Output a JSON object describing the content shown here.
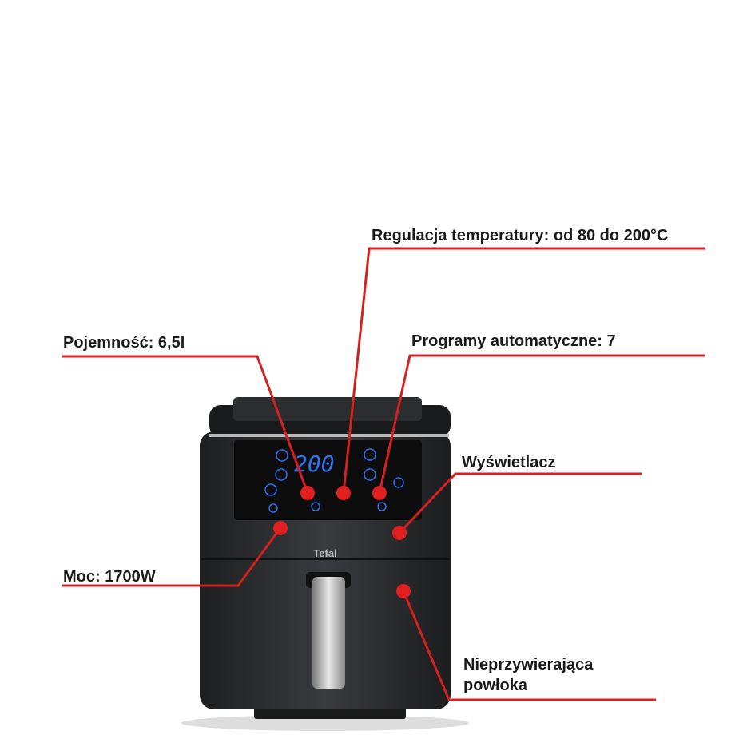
{
  "brand": "Tefal",
  "display_value": "200",
  "callouts": {
    "temperature": "Regulacja temperatury: od 80 do 200°C",
    "capacity": "Pojemność: 6,5l",
    "programs": "Programy automatyczne: 7",
    "display": "Wyświetlacz",
    "power": "Moc: 1700W",
    "coating_line1": "Nieprzywierająca",
    "coating_line2": "powłoka"
  },
  "colors": {
    "accent": "#e02020",
    "display": "#2f6ff0",
    "body": "#2a2b2d"
  }
}
